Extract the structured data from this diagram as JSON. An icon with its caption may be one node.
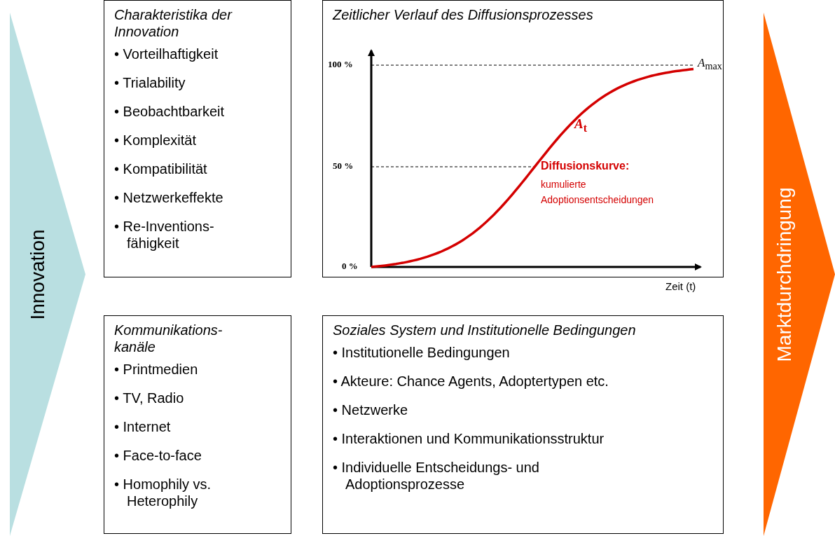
{
  "diagram": {
    "nodes": [
      {
        "text": [
          "Innovation"
        ]
      },
      {
        "text": [
          "Charakteristika der Innovation",
          "• Vorteilhaftigkeit",
          "• Trialability",
          "• Beobachtbarkeit",
          "• Komplexität",
          "• Kompatibilität",
          "• Netzwerkeffekte",
          "• Re-Inventions- fähigkeit"
        ]
      },
      {
        "text": [
          "Zeitlicher Verlauf  des Diffusionsprozesses"
        ]
      },
      {
        "text": [
          "Kommunikations- kanäle",
          "• Printmedien",
          "• TV, Radio",
          "• Internet",
          "• Face-to-face",
          "• Homophily vs. Heterophily"
        ]
      },
      {
        "text": [
          "Soziales System und Institutionelle Bedingungen",
          "• Institutionelle Bedingungen",
          "• Akteure: Chance Agents, Adoptertypen etc.",
          "• Netzwerke",
          "• Interaktionen und Kommunikationsstruktur",
          "• Individuelle Entscheidungs- und Adoptionsprozesse"
        ]
      },
      {
        "text": [
          "Marktdurchdringung"
        ]
      }
    ],
    "labels": [
      "100 %",
      "*A*$_{max}$",
      "*A*$_{t}$",
      "50 %",
      "Diffusionskurve:",
      "kumulierte Adoptionsentscheidungen",
      "0 %",
      "Zeit (t)"
    ]
  }
}
